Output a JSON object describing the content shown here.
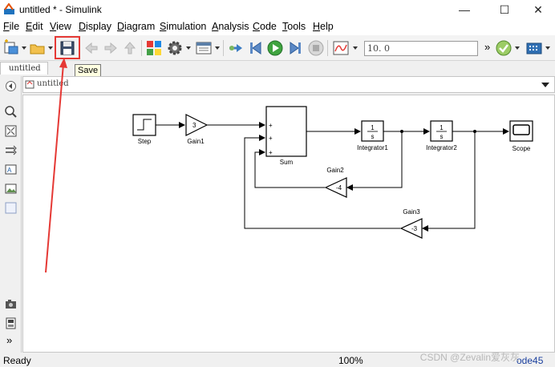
{
  "window": {
    "title": "untitled * - Simulink",
    "controls": {
      "minimize": "—",
      "maximize": "☐",
      "close": "✕"
    }
  },
  "menu": [
    "File",
    "Edit",
    "View",
    "Display",
    "Diagram",
    "Simulation",
    "Analysis",
    "Code",
    "Tools",
    "Help"
  ],
  "toolbar": {
    "stop_time": "10. 0",
    "overflow": "»",
    "tooltip": "Save",
    "highlight_color": "#e53935"
  },
  "tabs": [
    {
      "label": "untitled"
    }
  ],
  "explorer": {
    "path": "untitled"
  },
  "model": {
    "blocks": {
      "step": {
        "name": "Step"
      },
      "gain1": {
        "name": "Gain1",
        "value": "3"
      },
      "sum": {
        "name": "Sum",
        "signs": [
          "+",
          "+",
          "+"
        ]
      },
      "integrator1": {
        "name": "Integrator1",
        "num": "1",
        "den": "s"
      },
      "integrator2": {
        "name": "Integrator2",
        "num": "1",
        "den": "s"
      },
      "scope": {
        "name": "Scope"
      },
      "gain2": {
        "name": "Gain2",
        "value": "-4"
      },
      "gain3": {
        "name": "Gain3",
        "value": "-3"
      }
    }
  },
  "status": {
    "left": "Ready",
    "zoom": "100%",
    "solver": "ode45",
    "watermark": "CSDN @Zevalin爱灰灰"
  },
  "palette_collapse": "»"
}
